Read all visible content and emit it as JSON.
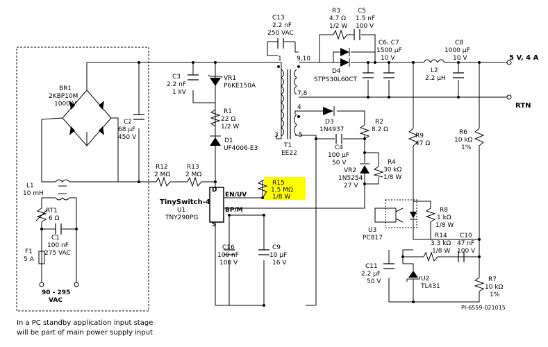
{
  "components": {
    "c13": {
      "ref": "C13",
      "value": "2.2 nF",
      "rating": "250 VAC"
    },
    "r3": {
      "ref": "R3",
      "value": "4.7 Ω",
      "rating": "1/2 W"
    },
    "c5": {
      "ref": "C5",
      "value": "1.5 nF",
      "rating": "100 V"
    },
    "c67": {
      "ref": "C6, C7",
      "value": "1500 µF",
      "rating": "10 V"
    },
    "c8": {
      "ref": "C8",
      "value": "1000 µF",
      "rating": "10 V"
    },
    "d4": {
      "ref": "D4",
      "part": "STPS30L60CT"
    },
    "l2": {
      "ref": "L2",
      "value": "2.2 µH"
    },
    "br1": {
      "ref": "BR1",
      "part": "2KBP10M",
      "rating": "1000 V"
    },
    "c3": {
      "ref": "C3",
      "value": "2.2 nF",
      "rating": "1 kV"
    },
    "vr1": {
      "ref": "VR1",
      "part": "P6KE150A"
    },
    "r1": {
      "ref": "R1",
      "value": "22 Ω",
      "rating": "1/2 W"
    },
    "d1": {
      "ref": "D1",
      "part": "UF4006-E3"
    },
    "c2": {
      "ref": "C2",
      "value": "68 µF",
      "rating": "450 V"
    },
    "t1": {
      "ref": "T1",
      "part": "EE22"
    },
    "d3": {
      "ref": "D3",
      "part": "1N4937"
    },
    "r2": {
      "ref": "R2",
      "value": "8.2 Ω"
    },
    "c4": {
      "ref": "C4",
      "value": "100 µF",
      "rating": "50 V"
    },
    "r4": {
      "ref": "R4",
      "value": "30 kΩ",
      "rating": "1/8 W"
    },
    "vr2": {
      "ref": "VR2",
      "part": "1N5254",
      "rating": "27 V"
    },
    "r9": {
      "ref": "R9",
      "value": "47 Ω"
    },
    "r6": {
      "ref": "R6",
      "value": "10 kΩ",
      "rating": "1%"
    },
    "r12": {
      "ref": "R12",
      "value": "2 MΩ"
    },
    "r13": {
      "ref": "R13",
      "value": "2 MΩ"
    },
    "r15": {
      "ref": "R15",
      "value": "1.5 MΩ",
      "rating": "1/8 W"
    },
    "l1": {
      "ref": "L1",
      "value": "10 mH"
    },
    "rt1": {
      "ref": "RT1",
      "value": "6 Ω"
    },
    "c1": {
      "ref": "C1",
      "value": "100 nF",
      "rating": "275 VAC"
    },
    "f1": {
      "ref": "F1",
      "value": "5 A"
    },
    "u1": {
      "ref": "U1",
      "family": "TinySwitch-4",
      "part": "TNY290PG"
    },
    "c16": {
      "ref": "C16",
      "value": "100 nF",
      "rating": "100 V"
    },
    "c9": {
      "ref": "C9",
      "value": "10 µF",
      "rating": "16 V"
    },
    "u3": {
      "ref": "U3",
      "part": "PC817"
    },
    "r8": {
      "ref": "R8",
      "value": "1 kΩ",
      "rating": "1/8 W"
    },
    "r14": {
      "ref": "R14",
      "value": "3.3 kΩ",
      "rating": "1/8 W"
    },
    "c10": {
      "ref": "C10",
      "value": "47 nF",
      "rating": "100 V"
    },
    "c11": {
      "ref": "C11",
      "value": "2.2 µF",
      "rating": "50 V"
    },
    "u2": {
      "ref": "U2",
      "part": "TL431"
    },
    "r7": {
      "ref": "R7",
      "value": "10 kΩ",
      "rating": "1%"
    }
  },
  "pins": {
    "d": "D",
    "s": "S",
    "enuv": "EN/UV",
    "bpm": "BP/M",
    "t1_1": "1",
    "t1_3": "3",
    "t1_4": "4",
    "t1_5": "5",
    "t1_78": "7,8",
    "t1_910": "9,10"
  },
  "outputs": {
    "v5": "5 V, 4 A",
    "rtn": "RTN"
  },
  "input": {
    "range": "90 - 295",
    "unit": "VAC"
  },
  "figure_id": "PI-6559-021015",
  "footnote": {
    "line1": "In a PC standby application input stage",
    "line2": "will be part of main power supply input"
  },
  "colors": {
    "highlight": "#ffff00",
    "line": "#000000"
  }
}
